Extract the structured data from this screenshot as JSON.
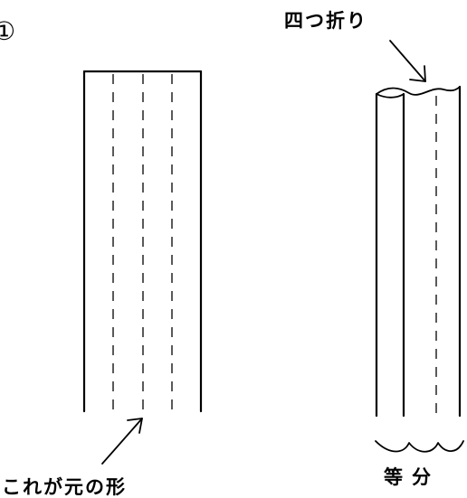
{
  "step_number": "①",
  "labels": {
    "original_shape": "これが元の形",
    "fold_in_four": "四つ折り",
    "equal_parts": "等分"
  }
}
